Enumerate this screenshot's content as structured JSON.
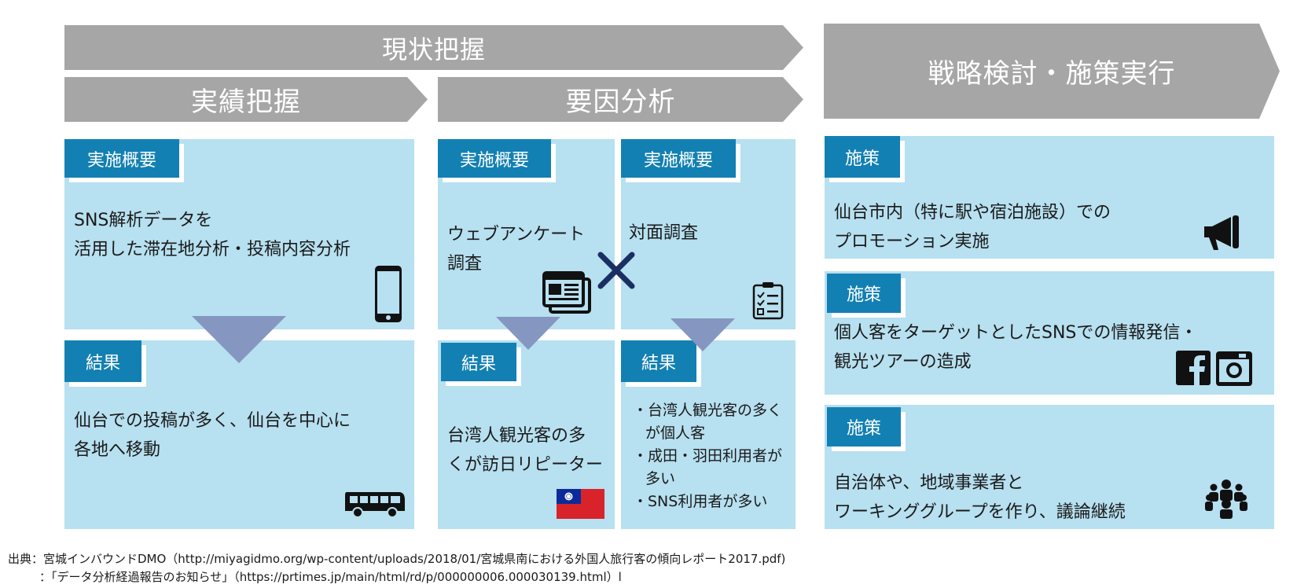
{
  "phases": {
    "current": "現状把握",
    "actual": "実績把握",
    "factor": "要因分析",
    "strategy": "戦略検討・施策実行"
  },
  "col1": {
    "tag_summary": "実施概要",
    "summary_line1": "SNS解析データを",
    "summary_line2": "活用した滞在地分析・投稿内容分析",
    "tag_result": "結果",
    "result_line1": "仙台での投稿が多く、仙台を中心に",
    "result_line2": "各地へ移動"
  },
  "col2": {
    "tag_summary": "実施概要",
    "summary_line1": "ウェブアンケート",
    "summary_line2": "調査",
    "tag_result": "結果",
    "result_line1": "台湾人観光客の多",
    "result_line2": "くが訪日リピーター"
  },
  "col3": {
    "tag_summary": "実施概要",
    "summary_line1": "対面調査",
    "tag_result": "結果",
    "bullet1_line1": "・台湾人観光客の多く",
    "bullet1_line2": "が個人客",
    "bullet2_line1": "・成田・羽田利用者が",
    "bullet2_line2": "多い",
    "bullet3": "・SNS利用者が多い"
  },
  "cross_mark": "×",
  "measures": [
    {
      "tag": "施策",
      "line1": "仙台市内（特に駅や宿泊施設）での",
      "line2": "プロモーション実施"
    },
    {
      "tag": "施策",
      "line1": "個人客をターゲットとしたSNSでの情報発信・",
      "line2": "観光ツアーの造成"
    },
    {
      "tag": "施策",
      "line1": "自治体や、地域事業者と",
      "line2": "ワーキンググループを作り、議論継続"
    }
  ],
  "source": {
    "line1": "出典：宮城インバウンドDMO（http://miyagidmo.org/wp-content/uploads/2018/01/宮城県南における外国人旅行客の傾向レポート2017.pdf)",
    "line2": "：「データ分析経過報告のお知らせ」（https://prtimes.jp/main/html/rd/p/000000006.000030139.html）l"
  },
  "icons": [
    "smartphone-icon",
    "survey-browser-icon",
    "checklist-icon",
    "bus-icon",
    "taiwan-flag-icon",
    "megaphone-icon",
    "facebook-icon",
    "camera-icon",
    "group-meeting-icon"
  ],
  "colors": {
    "arrow": "#a6a6a6",
    "panel": "#b7e0f0",
    "tag": "#1380b3",
    "triangle": "#8597c0",
    "cross": "#1b2f63"
  }
}
